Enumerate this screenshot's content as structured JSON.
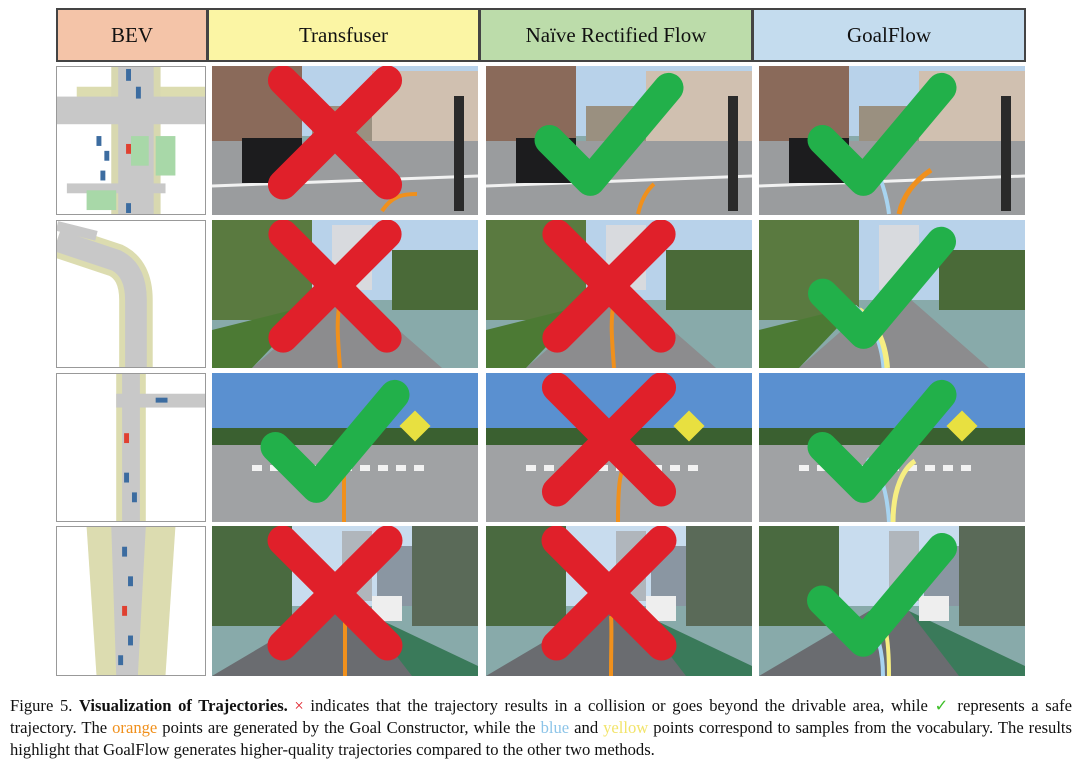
{
  "columns": [
    {
      "label": "BEV",
      "color": "#f4c4a8"
    },
    {
      "label": "Transfuser",
      "color": "#fbf5a4"
    },
    {
      "label": "Naïve Rectified Flow",
      "color": "#bcdcaa"
    },
    {
      "label": "GoalFlow",
      "color": "#c4dcee"
    }
  ],
  "rows": [
    {
      "results": [
        "fail",
        "pass",
        "pass"
      ]
    },
    {
      "results": [
        "fail",
        "fail",
        "pass"
      ]
    },
    {
      "results": [
        "pass",
        "fail",
        "pass"
      ]
    },
    {
      "results": [
        "fail",
        "fail",
        "pass"
      ]
    }
  ],
  "caption": {
    "figure_label": "Figure 5.",
    "title": "Visualization of Trajectories.",
    "cross_symbol": "×",
    "part1": " indicates that the trajectory results in a collision or goes beyond the drivable area, while ",
    "check_symbol": "✓",
    "part2": " represents a safe trajectory. The ",
    "orange_word": "orange",
    "part3": " points are generated by the Goal Constructor, while the ",
    "blue_word": "blue",
    "part4": " and ",
    "yellow_word": "yellow",
    "part5": " points correspond to samples from the vocabulary. The results highlight that GoalFlow generates higher-quality trajectories compared to the other two methods."
  },
  "colors": {
    "cross": "#e0202a",
    "check": "#22b04a",
    "traj_orange": "#f0901c",
    "traj_blue": "#a8d4f0",
    "traj_yellow": "#f6ee82"
  }
}
